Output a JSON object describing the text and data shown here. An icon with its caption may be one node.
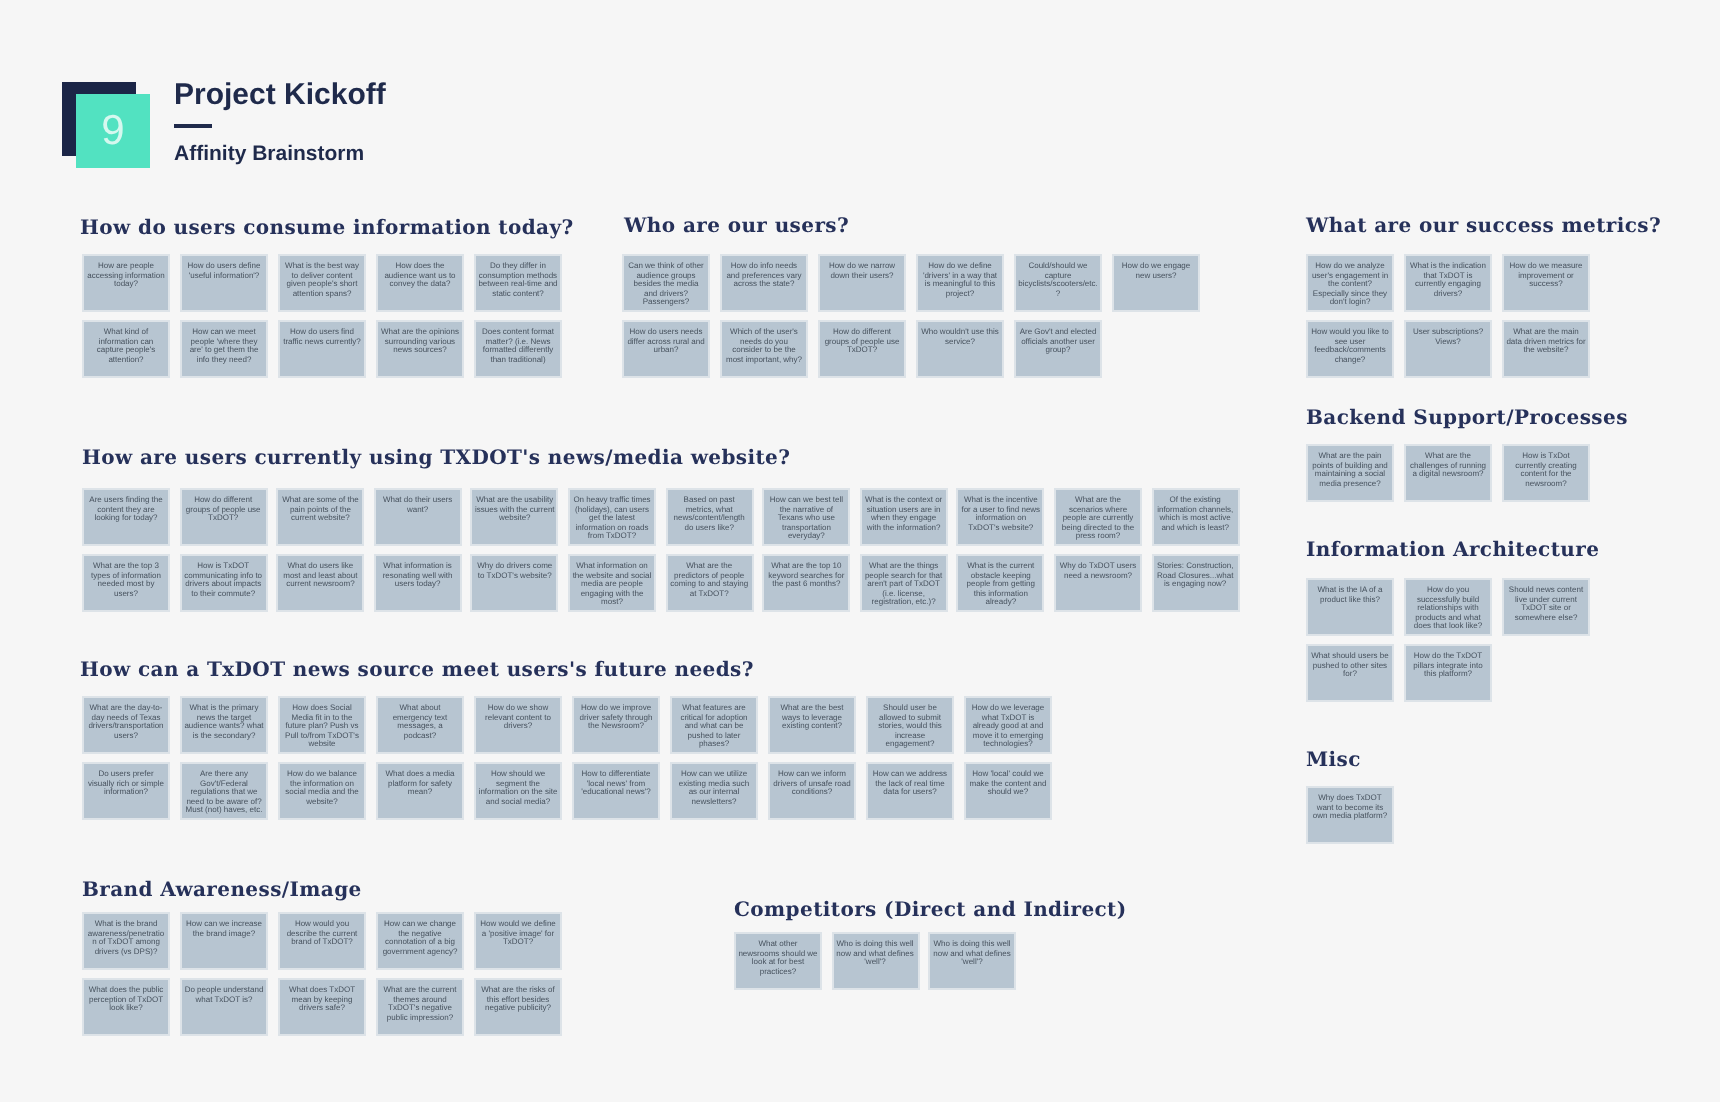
{
  "diagram": {
    "title": "Project Kickoff",
    "nodes": [
      {
        "text": [
          "How are people accessing information today?"
        ]
      },
      {
        "text": [
          "How do users define 'useful information'?"
        ]
      },
      {
        "text": [
          "What is the best way to deliver content given people's short attention spans?"
        ]
      },
      {
        "text": [
          "How does the audience want us to convey the data?"
        ]
      },
      {
        "text": [
          "Do they differ in consumption methods between real-time and static content?"
        ]
      },
      {
        "text": [
          "What kind of information can capture people's attention?"
        ]
      },
      {
        "text": [
          "How can we meet people 'where they are' to get them the info they need?"
        ]
      },
      {
        "text": [
          "How do users find traffic news currently?"
        ]
      },
      {
        "text": [
          "What are the opinions surrounding various news sources?"
        ]
      },
      {
        "text": [
          "Does content format matter? (i.e. News formatted differently than traditional)"
        ]
      },
      {
        "text": [
          "Can we think of other audience groups besides the media and drivers? Passengers?"
        ]
      },
      {
        "text": [
          "How do info needs and preferences vary across the state?"
        ]
      },
      {
        "text": [
          "How do we narrow down their users?"
        ]
      },
      {
        "text": [
          "How do we define 'drivers' in a way that is meaningful to this project?"
        ]
      },
      {
        "text": [
          "Could/should we capture bicyclists/scooters/etc.?"
        ]
      },
      {
        "text": [
          "How do we engage new users?"
        ]
      },
      {
        "text": [
          "How do users needs differ across rural and urban?"
        ]
      },
      {
        "text": [
          "Which of the user's needs do you consider to be the most important, why?"
        ]
      },
      {
        "text": [
          "How do different groups of people use TxDOT?"
        ]
      },
      {
        "text": [
          "Who wouldn't use this service?"
        ]
      },
      {
        "text": [
          "Are Gov't and elected officials another user group?"
        ]
      },
      {
        "text": [
          "How do we analyze user's engagement in the content? Especially since they don't login?"
        ]
      },
      {
        "text": [
          "What is the indication that TxDOT is currently engaging drivers?"
        ]
      },
      {
        "text": [
          "How do we measure improvement or success?"
        ]
      },
      {
        "text": [
          "How would you like to see user feedback/comments change?"
        ]
      },
      {
        "text": [
          "User subscriptions? Views?"
        ]
      },
      {
        "text": [
          "What are the main data driven metrics for the website?"
        ]
      },
      {
        "text": [
          "What are the pain points of building and maintaining a social media presence?"
        ]
      },
      {
        "text": [
          "What are the challenges of running a digital newsroom?"
        ]
      },
      {
        "text": [
          "How is TxDot currently creating content for the newsroom?"
        ]
      },
      {
        "text": [
          "Are users finding the content they are looking for today?"
        ]
      },
      {
        "text": [
          "How do different groups of people use TxDOT?"
        ]
      },
      {
        "text": [
          "What are some of the pain points of the current website?"
        ]
      },
      {
        "text": [
          "What do their users want?"
        ]
      },
      {
        "text": [
          "What are the usability issues with the current website?"
        ]
      },
      {
        "text": [
          "On heavy traffic times (holidays), can users get the latest information on roads from TxDOT?"
        ]
      },
      {
        "text": [
          "Based on past metrics, what news/content/length do users like?"
        ]
      },
      {
        "text": [
          "How can we best tell the narrative of Texans who use transportation everyday?"
        ]
      },
      {
        "text": [
          "What is the context or situation users are in when they engage with the information?"
        ]
      },
      {
        "text": [
          "What is the incentive for a user to find news information on TxDOT's website?"
        ]
      },
      {
        "text": [
          "What are the scenarios where people are currently being directed to the press room?"
        ]
      },
      {
        "text": [
          "Of the existing information channels, which is most active and which is least?"
        ]
      },
      {
        "text": [
          "What are the top 3 types of information needed most by users?"
        ]
      },
      {
        "text": [
          "How is TxDOT communicating info to drivers about impacts to their commute?"
        ]
      },
      {
        "text": [
          "What do users like most and least about current newsroom?"
        ]
      },
      {
        "text": [
          "What information is resonating well with users today?"
        ]
      },
      {
        "text": [
          "Why do drivers come to TxDOT's website?"
        ]
      },
      {
        "text": [
          "What information on the website and social media are people engaging with the most?"
        ]
      },
      {
        "text": [
          "What are the predictors of people coming to and staying at TxDOT?"
        ]
      },
      {
        "text": [
          "What are the top 10 keyword searches for the past 6 months?"
        ]
      },
      {
        "text": [
          "What are the things people search for that aren't part of TxDOT (i.e. license, registration, etc.)?"
        ]
      },
      {
        "text": [
          "What is the current obstacle keeping people from getting this information already?"
        ]
      },
      {
        "text": [
          "Why do TxDOT users need a newsroom?"
        ]
      },
      {
        "text": [
          "Stories: Construction, Road Closures...what is engaging now?"
        ]
      },
      {
        "text": [
          "What is the IA of a product like this?"
        ]
      },
      {
        "text": [
          "How do you successfully build relationships with products and what does that look like?"
        ]
      },
      {
        "text": [
          "Should news content live under current TxDOT site or somewhere else?"
        ]
      },
      {
        "text": [
          "What should users be pushed to other sites for?"
        ]
      },
      {
        "text": [
          "How do the TxDOT pillars integrate into this platform?"
        ]
      },
      {
        "text": [
          "What are the day-to-day needs of Texas drivers/transportation users?"
        ]
      },
      {
        "text": [
          "What is the primary news the target audience wants? what is the secondary?"
        ]
      },
      {
        "text": [
          "How does Social Media fit in to the future plan? Push vs Pull to/from TxDOT's website"
        ]
      },
      {
        "text": [
          "What about emergency text messages, a podcast?"
        ]
      },
      {
        "text": [
          "How do we show relevant content to drivers?"
        ]
      },
      {
        "text": [
          "How do we improve driver safety through the Newsroom?"
        ]
      },
      {
        "text": [
          "What features are critical for adoption and what can be pushed to later phases?"
        ]
      },
      {
        "text": [
          "What are the best ways to leverage existing content?"
        ]
      },
      {
        "text": [
          "Should user be allowed to submit stories, would this increase engagement?"
        ]
      },
      {
        "text": [
          "How do we leverage what TxDOT is already good at and move it to emerging technologies?"
        ]
      },
      {
        "text": [
          "Do users prefer visually rich or simple information?"
        ]
      },
      {
        "text": [
          "Are there any Gov't/Federal regulations that we need to be aware of? Must (not) haves, etc."
        ]
      },
      {
        "text": [
          "How do we balance the information on social media and the website?"
        ]
      },
      {
        "text": [
          "What does a media platform for safety mean?"
        ]
      },
      {
        "text": [
          "How should we segment the information on the site and social media?"
        ]
      },
      {
        "text": [
          "How to differentiate 'local news' from 'educational news'?"
        ]
      },
      {
        "text": [
          "How can we utilize existing media such as our internal newsletters?"
        ]
      },
      {
        "text": [
          "How can we inform drivers of unsafe road conditions?"
        ]
      },
      {
        "text": [
          "How can we address the lack of real time data for users?"
        ]
      },
      {
        "text": [
          "How 'local' could we make the content and should we?"
        ]
      },
      {
        "text": [
          "Why does TxDOT want to become its own media platform?"
        ]
      },
      {
        "text": [
          "What is the brand awareness/penetration of TxDOT among drivers (vs DPS)?"
        ]
      },
      {
        "text": [
          "How can we increase the brand image?"
        ]
      },
      {
        "text": [
          "How would you describe the current brand of TxDOT?"
        ]
      },
      {
        "text": [
          "How can we change the negative connotation of a big government agency?"
        ]
      },
      {
        "text": [
          "How would we define a 'positive image' for TxDOT?"
        ]
      },
      {
        "text": [
          "What does the public perception of TxDOT look like?"
        ]
      },
      {
        "text": [
          "Do people understand what TxDOT is?"
        ]
      },
      {
        "text": [
          "What does TxDOT mean by keeping drivers safe?"
        ]
      },
      {
        "text": [
          "What are the current themes around TxDOT's negative public impression?"
        ]
      },
      {
        "text": [
          "What are the risks of this effort besides negative publicity?"
        ]
      },
      {
        "text": [
          "What other newsrooms should we look at for best practices?"
        ]
      },
      {
        "text": [
          "Who is doing this well now and what defines 'well'?"
        ]
      },
      {
        "text": [
          "Who is doing this well now and what defines 'well'?"
        ]
      }
    ],
    "labels": [
      "9",
      "Affinity Brainstorm",
      "How do users consume information today?",
      "Who are our users?",
      "What are our success metrics?",
      "Backend Support/Processes",
      "How are users currently using TXDOT's news/media website?",
      "Information Architecture",
      "How can a TxDOT news source meet users's future needs?",
      "Misc",
      "Brand Awareness/Image",
      "Competitors (Direct and Indirect)"
    ]
  }
}
